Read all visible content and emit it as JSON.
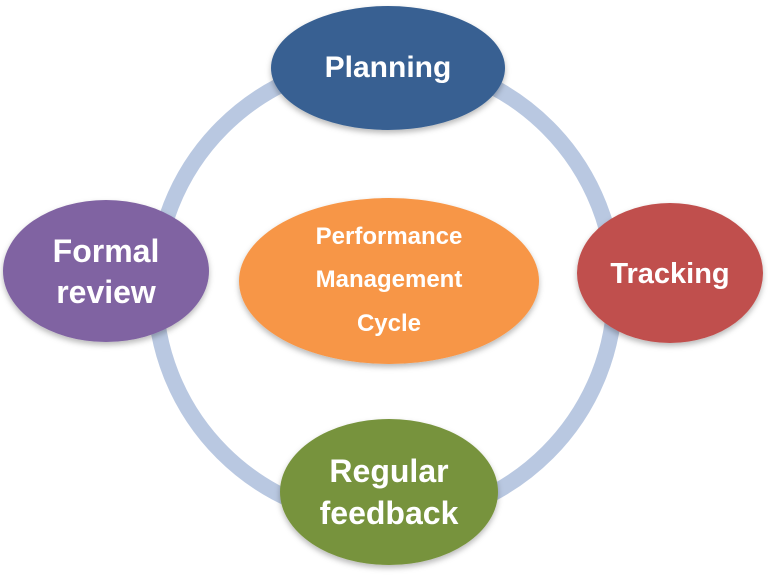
{
  "diagram": {
    "center": {
      "lines": [
        "Performance",
        "Management",
        "Cycle"
      ],
      "color": "#F79646"
    },
    "ring_color": "#B9C8E1",
    "nodes": [
      {
        "id": "planning",
        "lines": [
          "Planning"
        ],
        "color": "#376092"
      },
      {
        "id": "tracking",
        "lines": [
          "Tracking"
        ],
        "color": "#C0504D"
      },
      {
        "id": "regular-feedback",
        "lines": [
          "Regular",
          "feedback"
        ],
        "color": "#77933C"
      },
      {
        "id": "formal-review",
        "lines": [
          "Formal",
          "review"
        ],
        "color": "#8064A2"
      }
    ]
  }
}
